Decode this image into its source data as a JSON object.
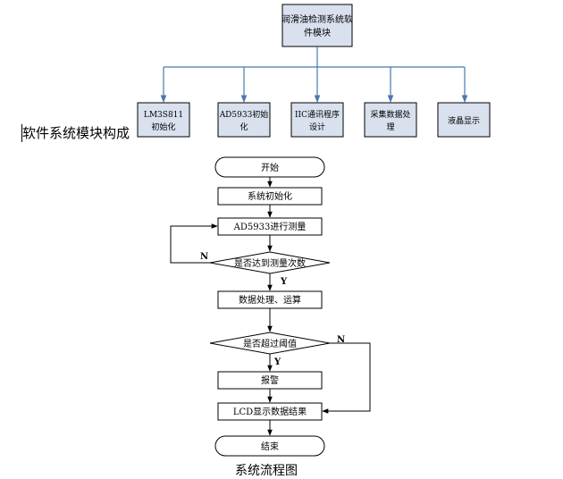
{
  "module_tree": {
    "root_line1": "润滑油检测系统软",
    "root_line2": "件模块",
    "children": [
      {
        "line1": "LM3S811",
        "line2": "初始化"
      },
      {
        "line1": "AD5933初始",
        "line2": "化"
      },
      {
        "line1": "IIC通讯程序",
        "line2": "设计"
      },
      {
        "line1": "采集数据处",
        "line2": "理"
      },
      {
        "line1": "液晶显示",
        "line2": ""
      }
    ],
    "caption": "软件系统模块构成"
  },
  "flowchart": {
    "start": "开始",
    "init": "系统初始化",
    "measure": "AD5933进行测量",
    "decision_count": "是否达到测量次数",
    "label_n1": "N",
    "label_y1": "Y",
    "process": "数据处理、运算",
    "decision_threshold": "是否超过阈值",
    "label_n2": "N",
    "label_y2": "Y",
    "alarm": "报警",
    "lcd": "LCD显示数据结果",
    "end": "结束",
    "caption": "系统流程图"
  }
}
